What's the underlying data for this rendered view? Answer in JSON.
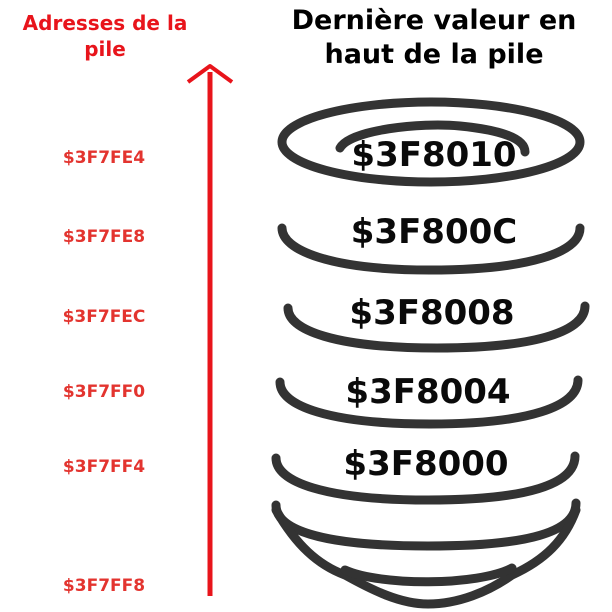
{
  "header": {
    "left_title": "Adresses de la pile",
    "right_title": "Dernière valeur en haut de la pile"
  },
  "addresses": [
    "$3F7FE4",
    "$3F7FE8",
    "$3F7FEC",
    "$3F7FF0",
    "$3F7FF4",
    "$3F7FF8"
  ],
  "values": [
    "$3F8010",
    "$3F800C",
    "$3F8008",
    "$3F8004",
    "$3F8000"
  ],
  "colors": {
    "accent_red": "#e8141b",
    "address_red": "#e3342f",
    "ring_gray": "#333333",
    "text_black": "#000000"
  }
}
